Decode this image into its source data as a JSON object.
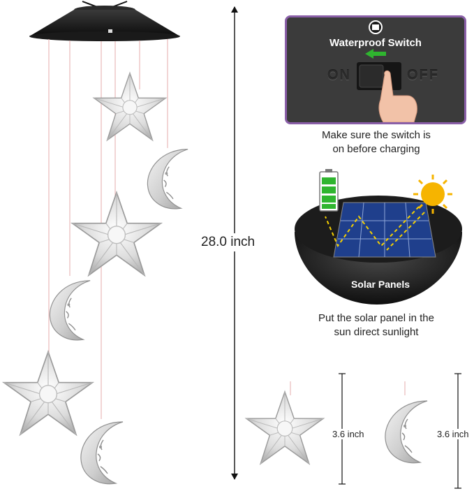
{
  "product": {
    "total_height_label": "28.0 inch",
    "star_size_label": "3.6 inch",
    "moon_size_label": "3.6 inch"
  },
  "switch_panel": {
    "title": "Waterproof Switch",
    "on_label": "ON",
    "off_label": "OFF",
    "caption_line1": "Make sure the switch is",
    "caption_line2": "on before charging",
    "border_color": "#8a5fa8",
    "arrow_color": "#2fb52f"
  },
  "solar_panel": {
    "label": "Solar Panels",
    "caption_line1": "Put the solar panel in the",
    "caption_line2": "sun direct sunlight",
    "battery_color": "#2fb52f",
    "sun_color": "#f6b400"
  }
}
